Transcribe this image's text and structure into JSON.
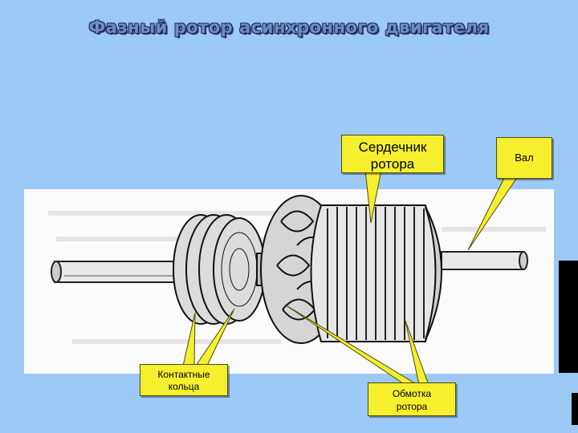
{
  "title": "Фазный ротор асинхронного двигателя",
  "labels": {
    "core_line1": "Сердечник",
    "core_line2": "ротора",
    "shaft": "Вал",
    "rings_line1": "Контактные",
    "rings_line2": "кольца",
    "winding_line1": "Обмотка",
    "winding_line2": "ротора"
  },
  "colors": {
    "background": "#9cc9f5",
    "callout": "#f5ef2e",
    "leader": "#f5ef2e",
    "title": "#6d8ec2"
  }
}
